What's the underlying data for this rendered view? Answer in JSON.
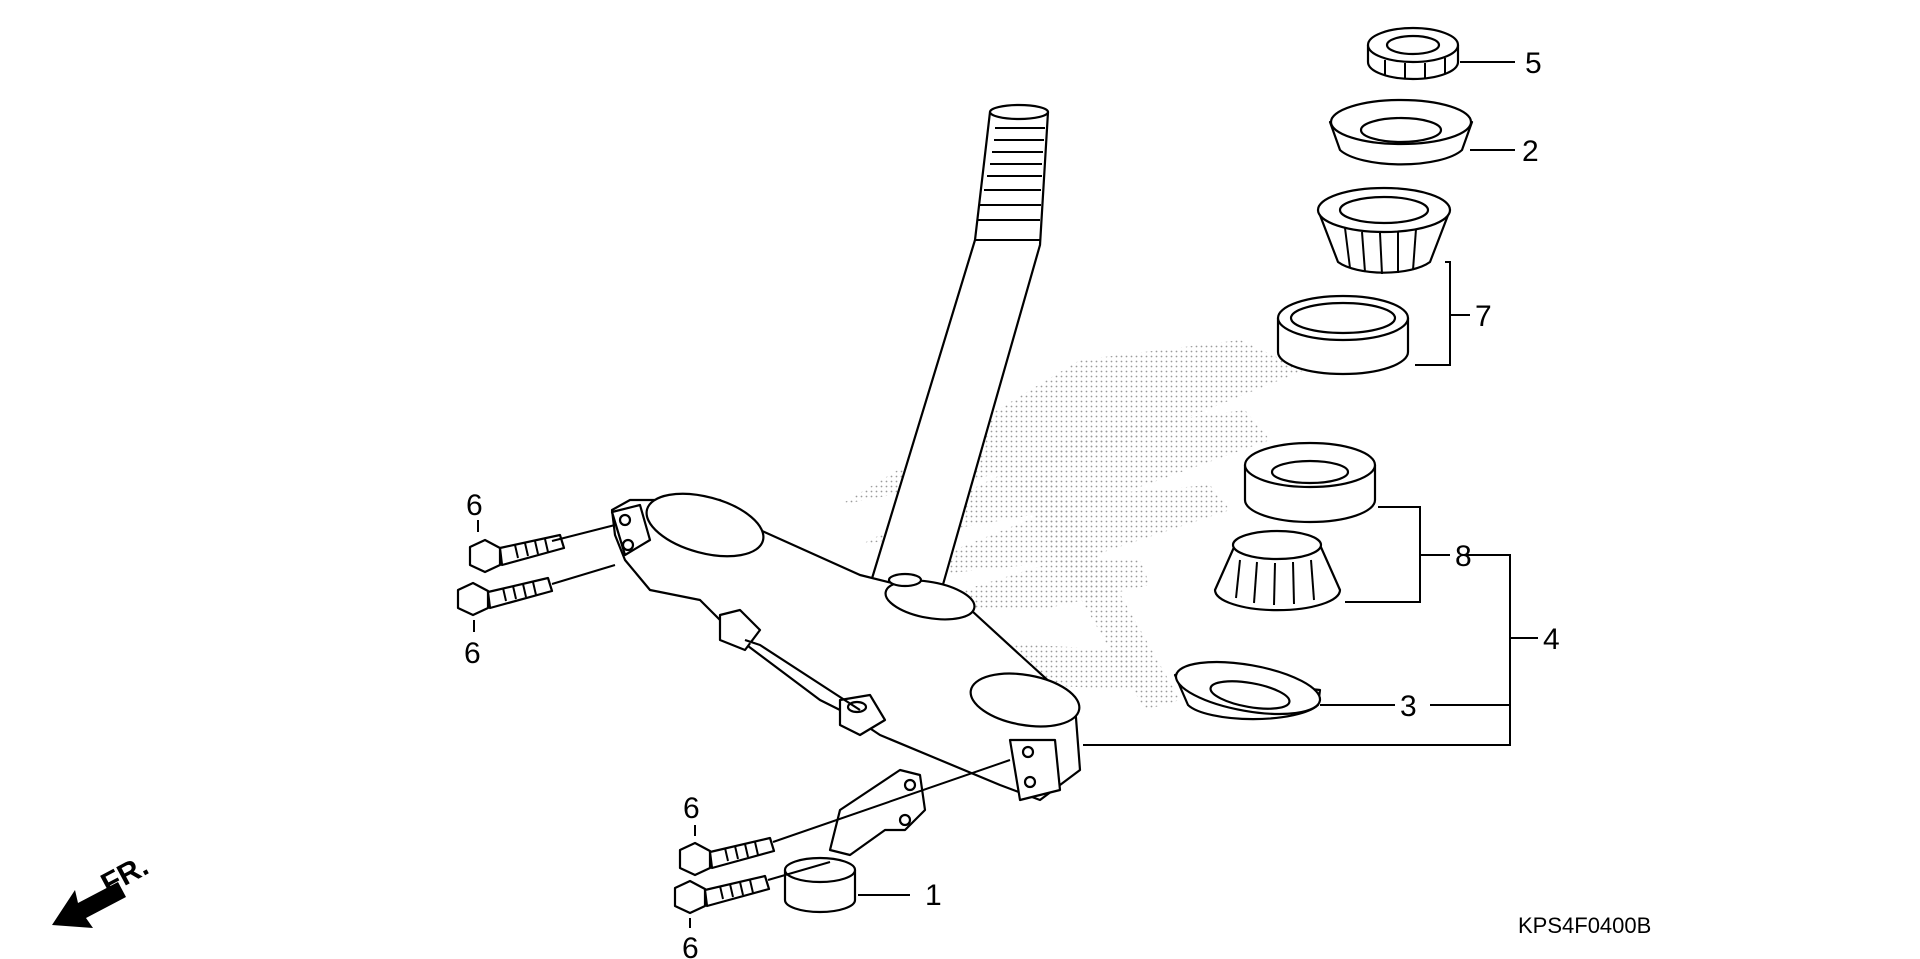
{
  "diagram": {
    "code": "KPS4F0400B",
    "direction_label": "FR.",
    "callouts": {
      "p1": "1",
      "p2": "2",
      "p3": "3",
      "p4": "4",
      "p5": "5",
      "p6": "6",
      "p7": "7",
      "p8": "8"
    },
    "colors": {
      "ink": "#000000",
      "background": "#ffffff",
      "watermark": "#cfcfcf"
    },
    "watermark_icon": "honda-wing-logo"
  }
}
